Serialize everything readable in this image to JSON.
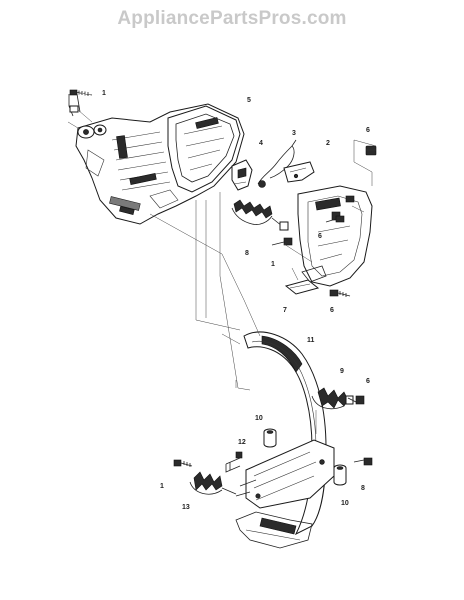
{
  "watermark": "AppliancePartsPros.com",
  "callouts": {
    "c1_top": "1",
    "c5": "5",
    "c4": "4",
    "c3": "3",
    "c2": "2",
    "c6_right_top": "6",
    "c6_mid": "6",
    "c8_top": "8",
    "c1_mid": "1",
    "c7": "7",
    "c6_lower": "6",
    "c11": "11",
    "c9": "9",
    "c6_handle": "6",
    "c10_upper": "10",
    "c12": "12",
    "c1_bottom": "1",
    "c13": "13",
    "c10_lower": "10",
    "c8_bottom": "8"
  }
}
